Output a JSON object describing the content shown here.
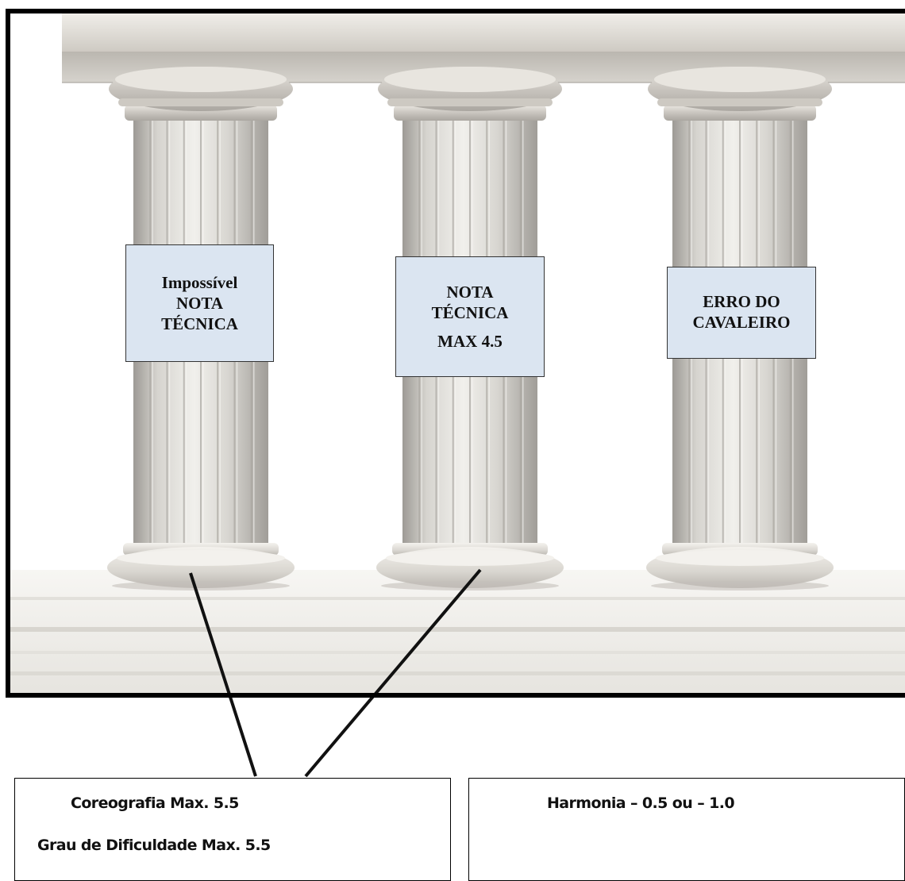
{
  "pillars": [
    {
      "lines": [
        "Impossível",
        "NOTA",
        "TÉCNICA"
      ]
    },
    {
      "lines": [
        "NOTA",
        "TÉCNICA",
        "MAX 4.5"
      ]
    },
    {
      "lines": [
        "ERRO DO",
        "CAVALEIRO"
      ]
    }
  ],
  "bottom_left": {
    "line1": "Coreografia Max. 5.5",
    "line2": "Grau de Dificuldade Max. 5.5"
  },
  "bottom_right": {
    "line1": "Harmonia – 0.5 ou – 1.0"
  }
}
